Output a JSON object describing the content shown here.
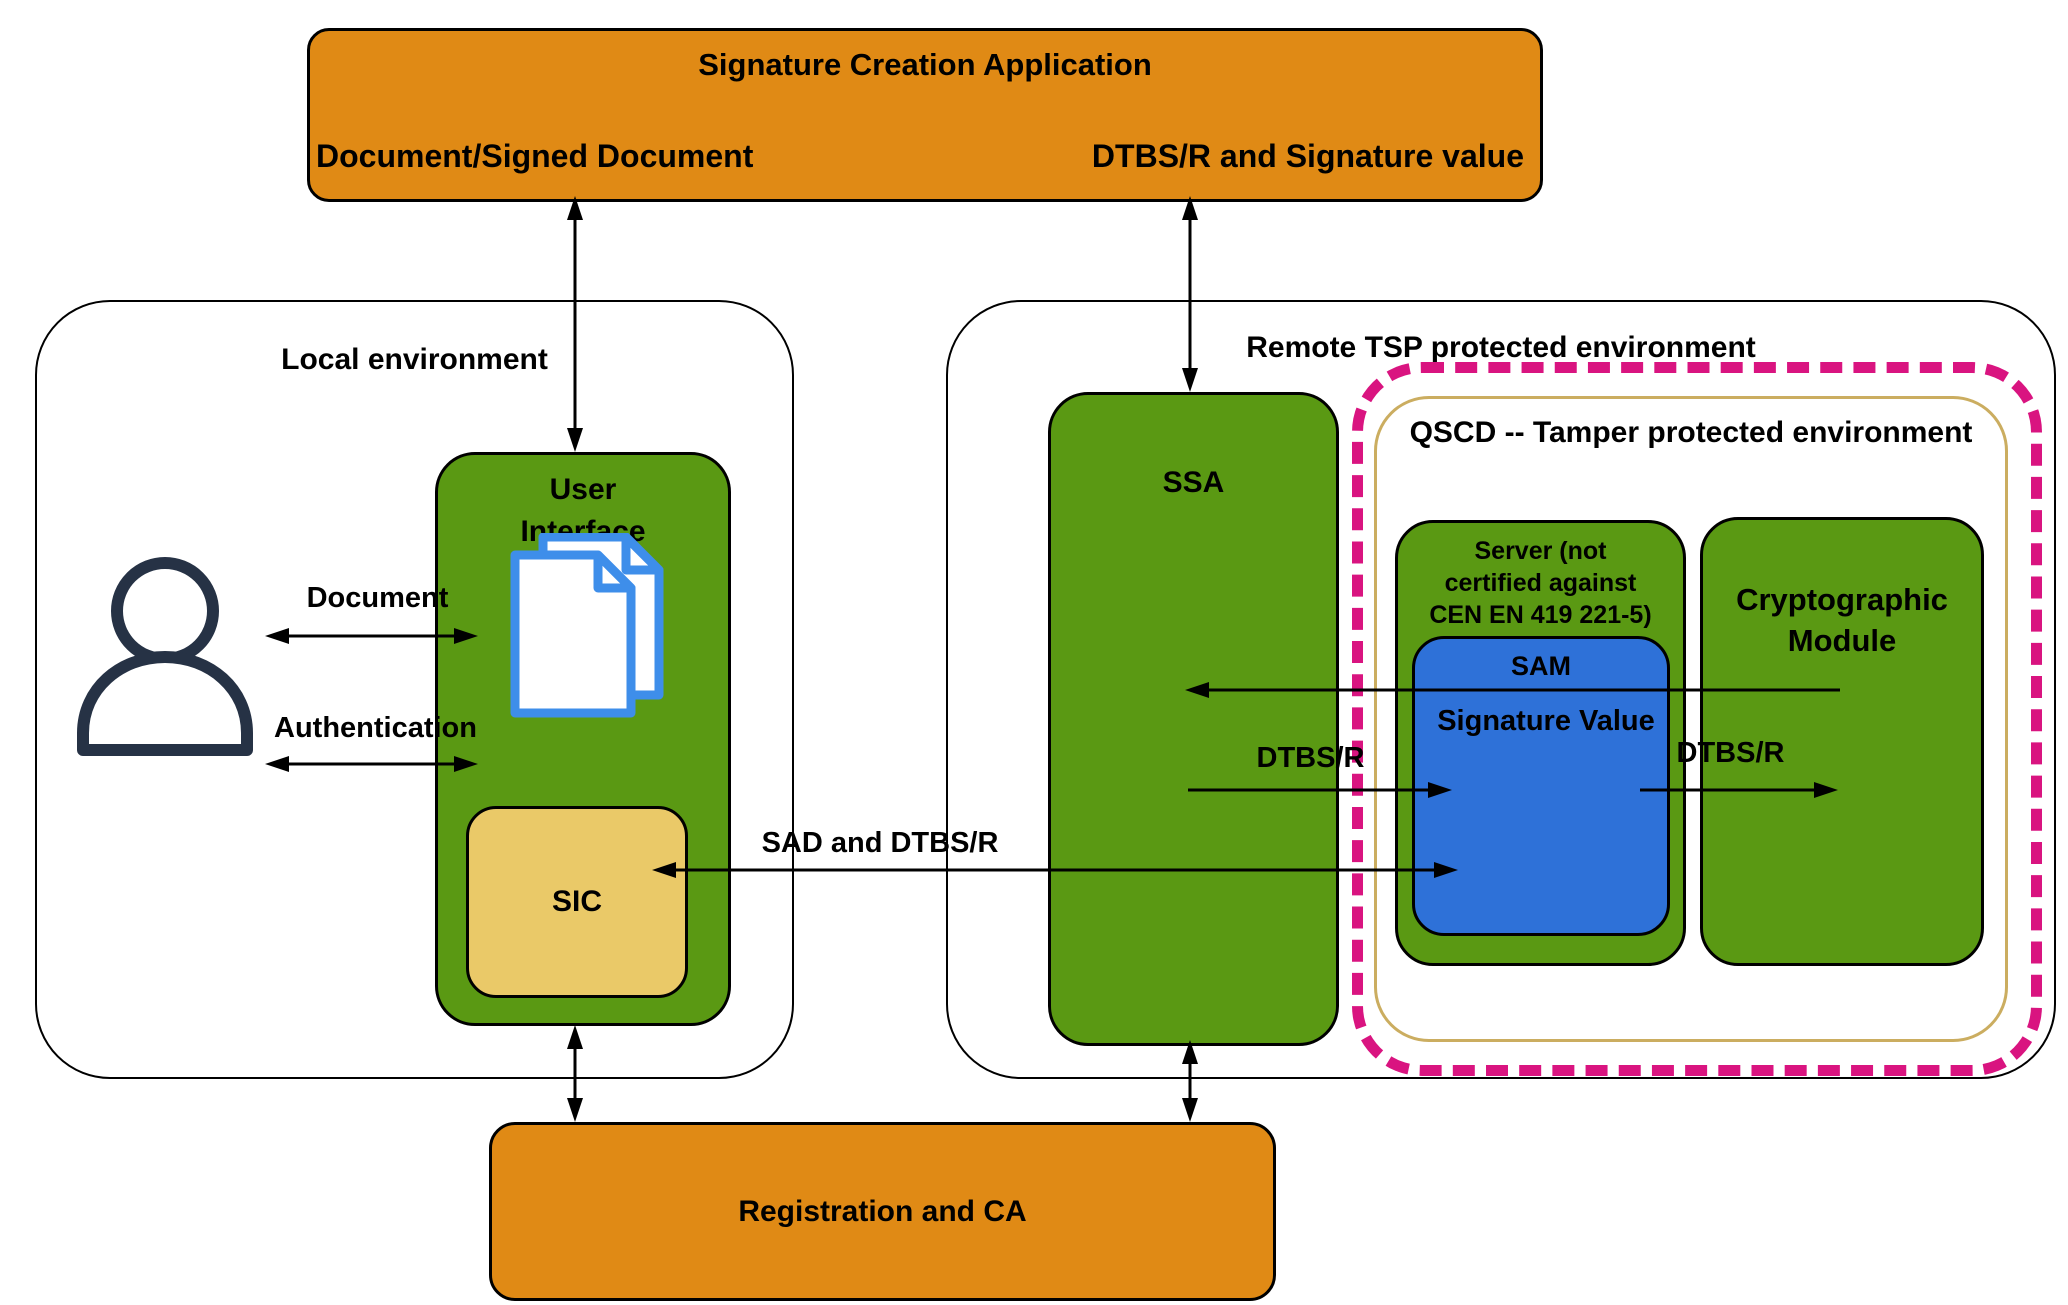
{
  "top_box": {
    "title": "Signature Creation Application",
    "left_label": "Document/Signed Document",
    "right_label": "DTBS/R and Signature value"
  },
  "local_env": {
    "label": "Local environment",
    "user_interface": "User\nInterface",
    "sic": "SIC"
  },
  "remote_env": {
    "label": "Remote TSP protected environment",
    "ssa": "SSA"
  },
  "qscd": {
    "label": "QSCD -- Tamper protected environment",
    "server": "Server (not\ncertified against\nCEN EN 419 221-5)",
    "sam": "SAM",
    "crypto": "Cryptographic\nModule"
  },
  "bottom_box": {
    "label": "Registration and CA"
  },
  "flows": {
    "document": "Document",
    "authentication": "Authentication",
    "sad_dtbsr": "SAD and DTBS/R",
    "signature_value": "Signature Value",
    "dtbsr_to_sam": "DTBS/R",
    "dtbsr_to_crypto": "DTBS/R"
  },
  "icons": {
    "person": "person-icon",
    "documents": "documents-icon"
  },
  "colors": {
    "orange": "#E08A15",
    "green": "#5A9913",
    "blue": "#2E71D8",
    "yellow": "#EAC968",
    "pink_dashed": "#D91480",
    "tan_border": "#CBAD60",
    "person": "#263245",
    "document_border": "#3E8EEA",
    "arrow": "#000000"
  }
}
